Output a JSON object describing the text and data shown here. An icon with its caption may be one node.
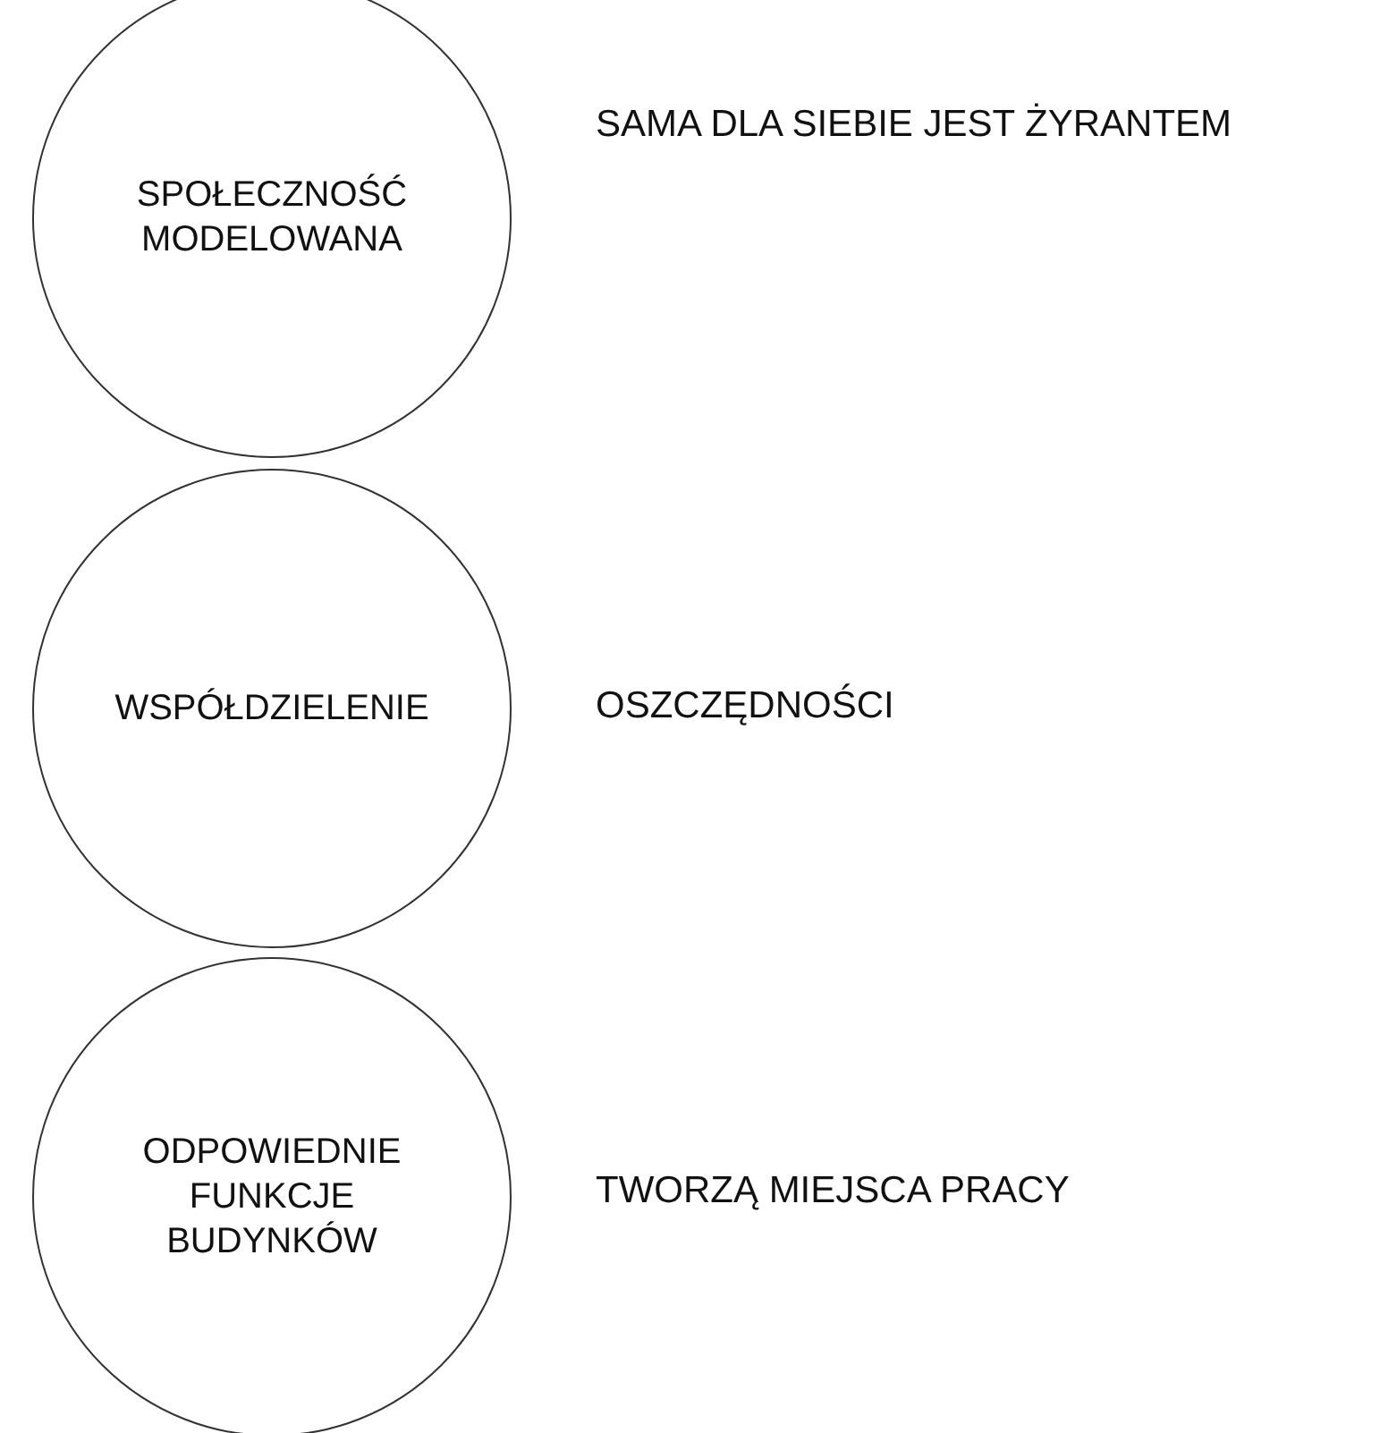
{
  "diagram": {
    "nodes": [
      {
        "text": [
          "SPOŁECZNOŚĆ MODELOWANA"
        ],
        "beside": [
          "SAMA DLA SIEBIE JEST ŻYRANTEM"
        ]
      },
      {
        "text": [
          "WSPÓŁDZIELENIE"
        ],
        "beside": [
          "OSZCZĘDNOŚCI"
        ]
      },
      {
        "text": [
          "ODPOWIEDNIE FUNKCJE BUDYNKÓW"
        ],
        "beside": [
          "TWORZĄ MIEJSCA PRACY"
        ]
      }
    ]
  }
}
